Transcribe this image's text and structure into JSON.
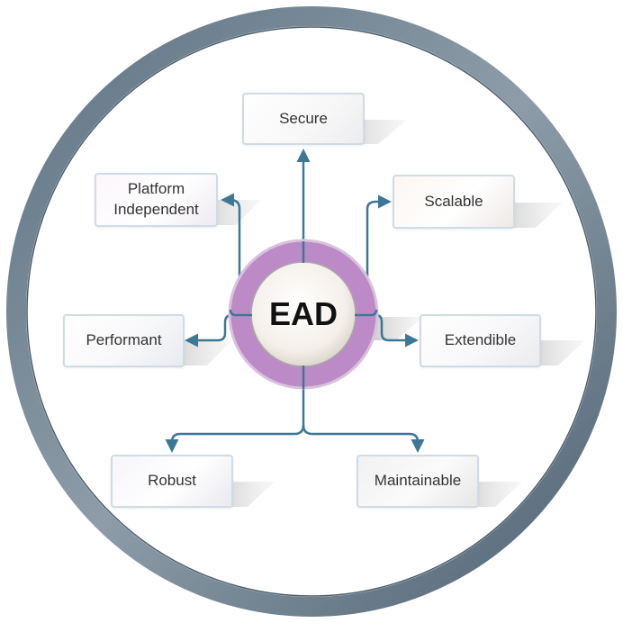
{
  "diagram": {
    "center": {
      "label": "EAD"
    },
    "nodes": [
      {
        "id": "secure",
        "label": "Secure"
      },
      {
        "id": "platform-independent",
        "label": "Platform\nIndependent"
      },
      {
        "id": "scalable",
        "label": "Scalable"
      },
      {
        "id": "performant",
        "label": "Performant"
      },
      {
        "id": "extendible",
        "label": "Extendible"
      },
      {
        "id": "robust",
        "label": "Robust"
      },
      {
        "id": "maintainable",
        "label": "Maintainable"
      }
    ]
  },
  "colors": {
    "outer_ring": "#6f8291",
    "inner_ring": "#b988c2",
    "connector": "#3c7896",
    "box_border": "#cfdbe6"
  }
}
